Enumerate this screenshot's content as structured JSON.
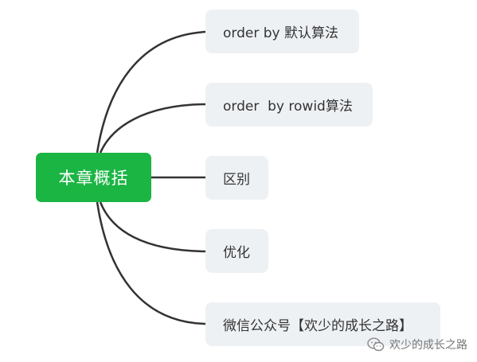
{
  "root": {
    "label": "本章概括",
    "color": "#1bb544"
  },
  "children": [
    {
      "label": "order by 默认算法"
    },
    {
      "label": "order  by rowid算法"
    },
    {
      "label": "区别"
    },
    {
      "label": "优化"
    },
    {
      "label": "微信公众号【欢少的成长之路】"
    }
  ],
  "watermark": {
    "text": "欢少的成长之路",
    "icon": "wechat-icon"
  }
}
